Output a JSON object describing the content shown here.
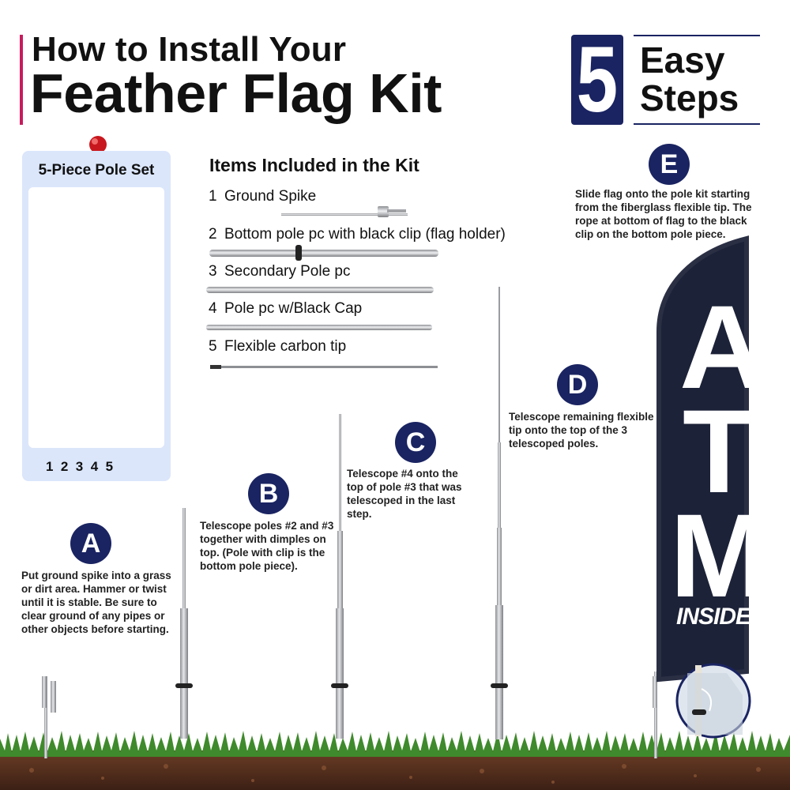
{
  "header": {
    "title_line1": "How to Install Your",
    "title_line2": "Feather Flag Kit",
    "step_count": "5",
    "step_label": "Easy\nSteps"
  },
  "pole_set": {
    "title": "5-Piece Pole Set",
    "numbers": "1  2  3  4  5"
  },
  "kit": {
    "title": "Items Included in the Kit",
    "items": [
      {
        "num": "1",
        "label": "Ground Spike"
      },
      {
        "num": "2",
        "label": "Bottom pole pc with black clip (flag holder)"
      },
      {
        "num": "3",
        "label": "Secondary Pole pc"
      },
      {
        "num": "4",
        "label": "Pole pc w/Black Cap"
      },
      {
        "num": "5",
        "label": "Flexible carbon tip"
      }
    ]
  },
  "steps": [
    {
      "letter": "A",
      "text": "Put ground spike into a grass or dirt area. Hammer or twist until it is stable. Be sure to clear ground of any pipes or other objects before starting."
    },
    {
      "letter": "B",
      "text": "Telescope poles #2 and #3 together with dimples on top. (Pole with clip is the bottom pole piece)."
    },
    {
      "letter": "C",
      "text": "Telescope #4 onto the top of pole #3 that was telescoped in the last step."
    },
    {
      "letter": "D",
      "text": "Telescope remaining flexible tip onto the top of the 3 telescoped poles."
    },
    {
      "letter": "E",
      "text": "Slide flag onto the pole kit starting from the fiberglass flexible tip. The rope at bottom of flag to the black clip on the bottom pole piece."
    }
  ],
  "flag": {
    "letters": [
      "A",
      "T",
      "M"
    ],
    "subtext": "INSIDE"
  },
  "colors": {
    "navy": "#1a2462",
    "accent_bar": "#c81b5e",
    "panel_bg": "#dbe6fb",
    "flag_bg": "#1c2238",
    "grass": "#3f8a2c",
    "soil": "#5a3220"
  }
}
